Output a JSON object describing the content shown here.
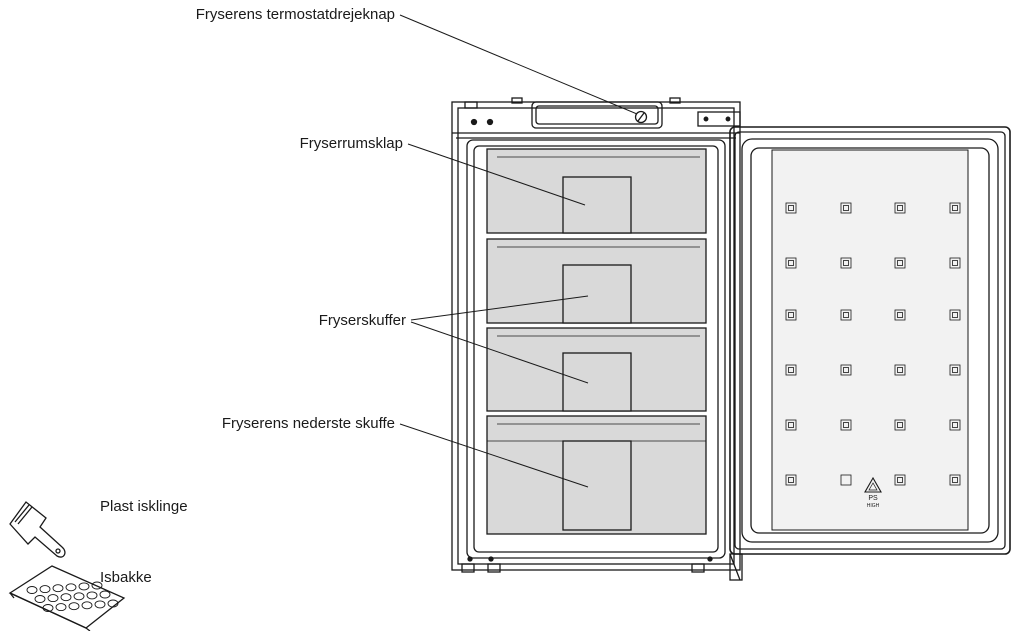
{
  "labels": {
    "thermostat_knob": "Fryserens termostatdrejeknap",
    "compartment_flap": "Fryserrumsklap",
    "drawers": "Fryserskuffer",
    "bottom_drawer": "Fryserens nederste skuffe",
    "ice_scraper": "Plast isklinge",
    "ice_tray": "Isbakke"
  },
  "recycling_mark": {
    "code": "PS",
    "sub": "HIGH"
  },
  "door_bumps": {
    "rows": 6,
    "cols": 4
  },
  "colors": {
    "line": "#1a1a1a",
    "drawer_fill": "#d9d9d9",
    "door_fill": "#f2f2f2"
  }
}
